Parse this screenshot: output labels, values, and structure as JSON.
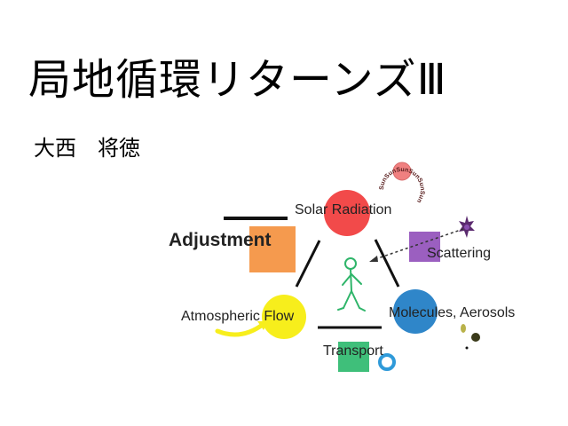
{
  "slide": {
    "title": "局地循環リターンズⅢ",
    "author": "大西　将徳"
  },
  "diagram": {
    "nodes": {
      "solar": {
        "label": "Solar Radiation",
        "color": "#f24a4a"
      },
      "molecules": {
        "label": "Molecules, Aerosols",
        "color": "#2f86c9"
      },
      "atmos": {
        "label": "Atmospheric Flow",
        "color": "#f7ee1c"
      }
    },
    "labels": {
      "adjustment": "Adjustment",
      "scattering": "Scattering",
      "transport": "Transport"
    },
    "sun_text": "SunSunSunSunSunSun",
    "colors": {
      "adjustment_box": "#f59a4e",
      "scattering_box": "#9b5fc0",
      "transport_box": "#3fbf7a",
      "small_sun": "#f08080",
      "figure": "#2fb56a",
      "ring": "#2f9ad9",
      "arrow_flow": "#f7ee1c"
    }
  }
}
